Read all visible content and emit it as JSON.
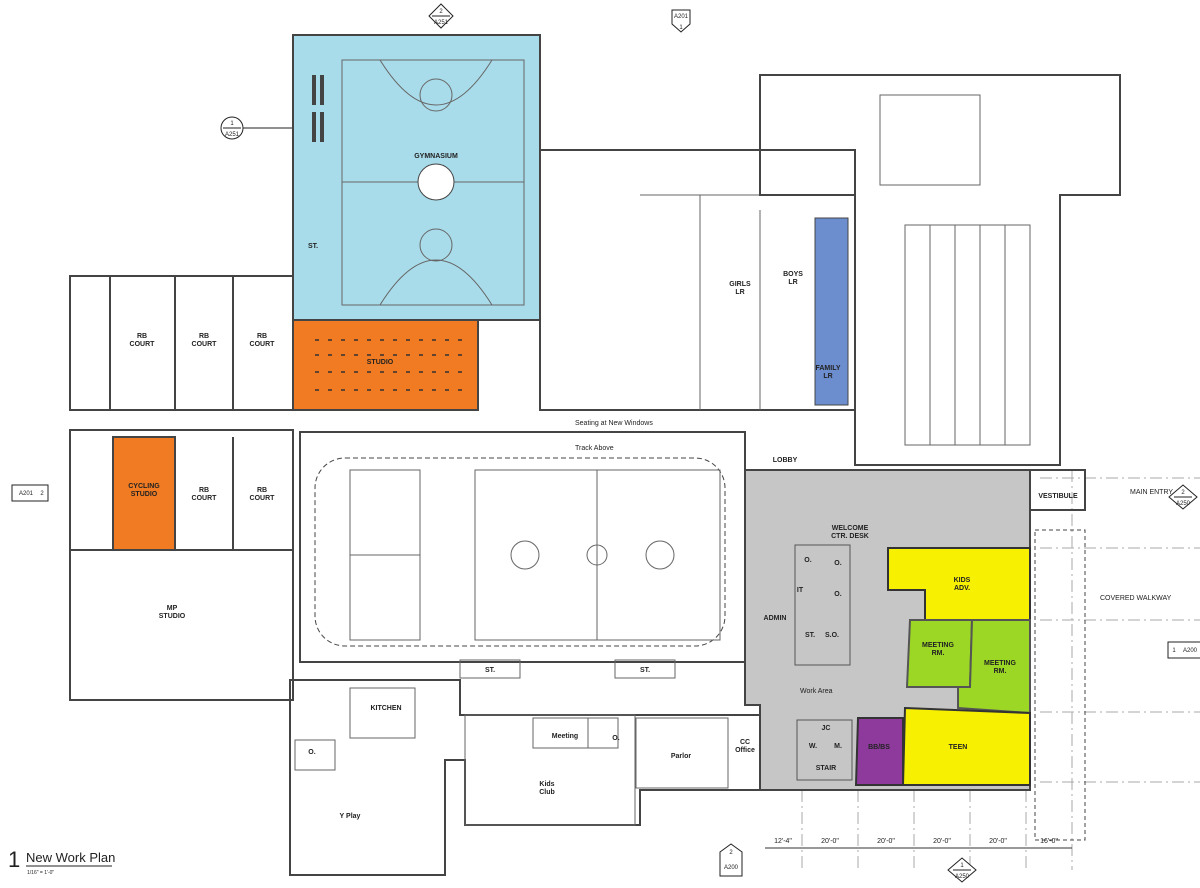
{
  "title": {
    "number": "1",
    "name": "New Work Plan",
    "scale": "1/16\" = 1'-0\""
  },
  "colors": {
    "gym": "#a9dcea",
    "studio": "#f07b22",
    "lobby": "#c6c6c6",
    "kids": "#f7f000",
    "meeting": "#9bd724",
    "bbbs": "#8e3a9c",
    "family": "#6d8ece"
  },
  "rooms": {
    "gymnasium": "GYMNASIUM",
    "st_gym": "ST.",
    "studio": "STUDIO",
    "rb1": "RB\nCOURT",
    "rb_court": "RB",
    "court": "COURT",
    "cycling1": "CYCLING",
    "cycling2": "STUDIO",
    "mp1": "MP",
    "mp2": "STUDIO",
    "girls1": "GIRLS",
    "girls2": "LR",
    "boys1": "BOYS",
    "boys2": "LR",
    "family1": "FAMILY",
    "family2": "LR",
    "lobby": "LOBBY",
    "vestibule": "VESTIBULE",
    "welcome1": "WELCOME",
    "welcome2": "CTR. DESK",
    "admin": "ADMIN",
    "it": "IT",
    "o": "O.",
    "st": "ST.",
    "so": "S.O.",
    "work_area": "Work Area",
    "kids1": "KIDS",
    "kids2": "ADV.",
    "meeting1": "MEETING",
    "meeting2": "RM.",
    "teen": "TEEN",
    "bbbs": "BB/BS",
    "jc": "JC",
    "wr": "W.",
    "mr": "M.",
    "stair": "STAIR",
    "kitchen": "KITCHEN",
    "yplay": "Y Play",
    "kidsclub1": "Kids",
    "kidsclub2": "Club",
    "meeting_small": "Meeting",
    "parlor": "Parlor",
    "cc1": "CC",
    "cc2": "Office"
  },
  "annotations": {
    "seating": "Seating at New Windows",
    "track": "Track Above",
    "main_entry": "MAIN ENTRY",
    "covered_walkway": "COVERED WALKWAY"
  },
  "dimensions": [
    "12'-4\"",
    "20'-0\"",
    "20'-0\"",
    "20'-0\"",
    "20'-0\"",
    "16'-0\""
  ],
  "markers": {
    "top_gym": {
      "num": "2",
      "sheet": "A251"
    },
    "left_gym": {
      "num": "1",
      "sheet": "A251"
    },
    "top_right": {
      "num": "1",
      "sheet": "A201"
    },
    "left_mid": {
      "num": "2",
      "sheet": "A201"
    },
    "main_entry": {
      "num": "2",
      "sheet": "A250"
    },
    "right_mid": {
      "num": "1",
      "sheet": "A200"
    },
    "bottom_mid": {
      "num": "2",
      "sheet": "A200"
    },
    "bottom_right": {
      "num": "1",
      "sheet": "A250"
    }
  }
}
